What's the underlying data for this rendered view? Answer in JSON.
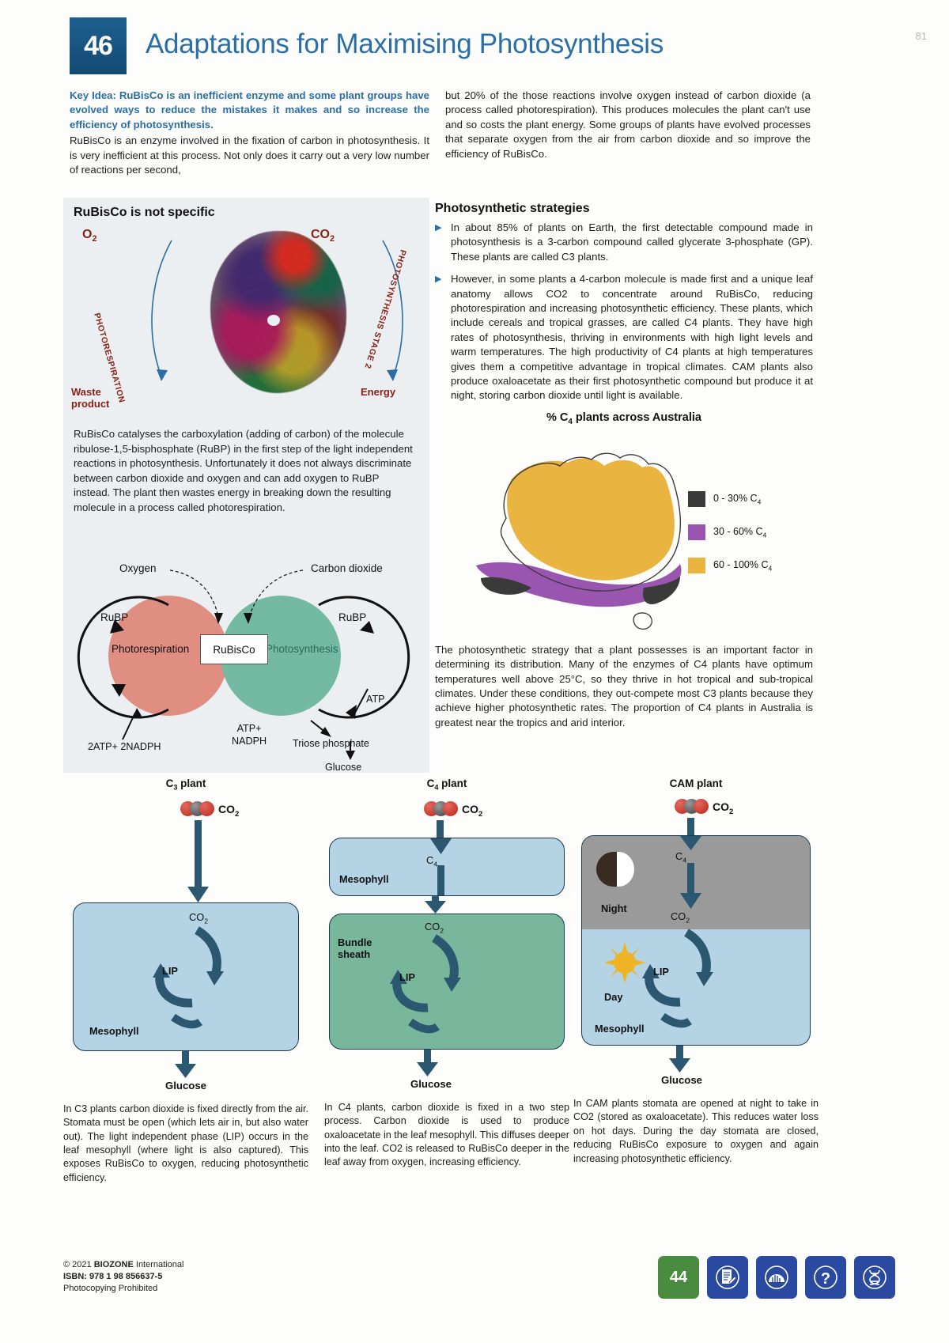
{
  "header": {
    "number": "46",
    "title": "Adaptations for Maximising Photosynthesis",
    "folio": "81"
  },
  "intro": {
    "key_idea_label": "Key Idea",
    "key_idea_text": ": RuBisCo is an inefficient enzyme and some plant groups have evolved ways to reduce the mistakes it makes and so increase the efficiency of photosynthesis.",
    "left_paragraph": "RuBisCo is an enzyme involved in the fixation of carbon in photosynthesis. It is very inefficient at this process. Not only does it carry out a very low number of reactions per second,",
    "right_paragraph": "but 20% of the those reactions involve oxygen instead of carbon dioxide (a process called photorespiration). This produces molecules the plant can't use and so costs the plant energy. Some groups of plants have evolved processes that separate oxygen from the air from carbon dioxide and so improve the efficiency of RuBisCo."
  },
  "rubisco_panel": {
    "heading": "RuBisCo is not specific",
    "left_gas": "O",
    "left_gas_sub": "2",
    "right_gas": "CO",
    "right_gas_sub": "2",
    "left_arc": "PHOTORESPIRATION",
    "right_arc": "PHOTOSYNTHESIS STAGE 2",
    "left_out_line1": "Waste",
    "left_out_line2": "product",
    "right_out": "Energy",
    "paragraph": "RuBisCo catalyses the carboxylation (adding of carbon) of the molecule ribulose-1,5-bisphosphate (RuBP) in the first step of the light independent reactions in photosynthesis. Unfortunately it does not always discriminate between carbon dioxide and oxygen and can add oxygen to RuBP instead. The plant then wastes energy in breaking down the resulting molecule in a process called photorespiration."
  },
  "cycle_diagram": {
    "oxygen": "Oxygen",
    "carbon_dioxide": "Carbon dioxide",
    "rubp_left": "RuBP",
    "rubp_right": "RuBP",
    "photorespiration": "Photorespiration",
    "rubisco": "RuBisCo",
    "photosynthesis": "Photosynthesis",
    "atp": "ATP",
    "atp_nadph_left": "2ATP+ 2NADPH",
    "atp_nadph_right_l1": "ATP+",
    "atp_nadph_right_l2": "NADPH",
    "triose": "Triose phosphate",
    "glucose": "Glucose"
  },
  "strategies": {
    "heading": "Photosynthetic strategies",
    "bullets": [
      "In about 85% of plants on Earth, the first detectable compound made in photosynthesis is a 3-carbon compound called glycerate 3-phosphate (GP). These plants are called C3 plants.",
      "However, in some plants a 4-carbon molecule is made first and a unique leaf anatomy allows CO2 to concentrate around RuBisCo, reducing photorespiration and increasing photosynthetic efficiency. These plants, which include cereals and tropical grasses, are called C4 plants. They have high rates of photosynthesis, thriving in environments with high light levels and warm temperatures. The high productivity of C4 plants at high temperatures gives them a competitive advantage in tropical climates. CAM plants also produce oxaloacetate as their first photosynthetic compound but produce it at night, storing carbon dioxide until light is available."
    ]
  },
  "map": {
    "title_prefix": "% C",
    "title_sub": "4",
    "title_suffix": " plants across Australia",
    "legend": [
      {
        "label": "0 - 30% C",
        "sub": "4",
        "color": "#3a3a3a"
      },
      {
        "label": "30 - 60% C",
        "sub": "4",
        "color": "#9a55b0"
      },
      {
        "label": "60 - 100% C",
        "sub": "4",
        "color": "#e9b43f"
      }
    ],
    "caption": "The photosynthetic strategy that a plant possesses is an important factor in determining its distribution. Many of the enzymes of C4 plants have optimum temperatures well above 25°C, so they thrive in hot tropical and sub-tropical climates. Under these conditions, they out-compete most C3 plants because they achieve higher photosynthetic rates. The proportion of C4 plants in Australia is greatest near the tropics and arid interior."
  },
  "plants": [
    {
      "title_prefix": "C",
      "title_sub": "3",
      "title_suffix": " plant",
      "co2": "CO",
      "co2_sub": "2",
      "cells": [
        {
          "name": "Mesophyll",
          "color": "blue",
          "inner_top": "CO2",
          "cycle": "LIP"
        }
      ],
      "glucose": "Glucose",
      "caption": "In C3 plants carbon dioxide is fixed directly from the air. Stomata must be open (which lets air in, but also water out). The light independent phase (LIP) occurs in the leaf mesophyll (where light is also captured). This exposes RuBisCo to oxygen, reducing photosynthetic efficiency."
    },
    {
      "title_prefix": "C",
      "title_sub": "4",
      "title_suffix": " plant",
      "co2": "CO",
      "co2_sub": "2",
      "cells": [
        {
          "name": "Mesophyll",
          "color": "blue",
          "inner_top": "C4",
          "cycle": ""
        },
        {
          "name": "Bundle sheath",
          "color": "green",
          "inner_top": "CO2",
          "cycle": "LIP"
        }
      ],
      "glucose": "Glucose",
      "caption": "In C4 plants, carbon dioxide is fixed in a two step process. Carbon dioxide is used to produce oxaloacetate in the leaf mesophyll. This diffuses deeper into the leaf. CO2 is released to RuBisCo deeper in the leaf away from oxygen, increasing efficiency."
    },
    {
      "title_prefix": "CAM",
      "title_sub": "",
      "title_suffix": " plant",
      "co2": "CO",
      "co2_sub": "2",
      "night_label": "Night",
      "day_label": "Day",
      "cells": [
        {
          "name": "Mesophyll",
          "color": "split",
          "inner_top": "C4",
          "cycle": "LIP"
        }
      ],
      "glucose": "Glucose",
      "caption": "In CAM plants stomata are opened at night to take in CO2 (stored as oxaloacetate). This reduces water loss on hot days. During the day stomata are closed, reducing RuBisCo exposure to oxygen and again increasing photosynthetic efficiency."
    }
  ],
  "plant_labels": {
    "c4_inner": "C",
    "c4_inner_sub": "4",
    "co2_inner": "CO",
    "co2_inner_sub": "2",
    "lip": "LIP",
    "mesophyll": "Mesophyll",
    "bundle_sheath_l1": "Bundle",
    "bundle_sheath_l2": "sheath"
  },
  "footer": {
    "copyright_pre": "© 2021 ",
    "copyright_brand": "BIOZONE",
    "copyright_post": " International",
    "isbn_label": "ISBN:",
    "isbn_value": "978 1 98 856637-5",
    "photocopy": "Photocopying Prohibited",
    "page_number": "44",
    "badges": [
      "page-number-badge",
      "worksheet-icon",
      "weighting-icon",
      "question-icon",
      "dna-icon"
    ]
  }
}
